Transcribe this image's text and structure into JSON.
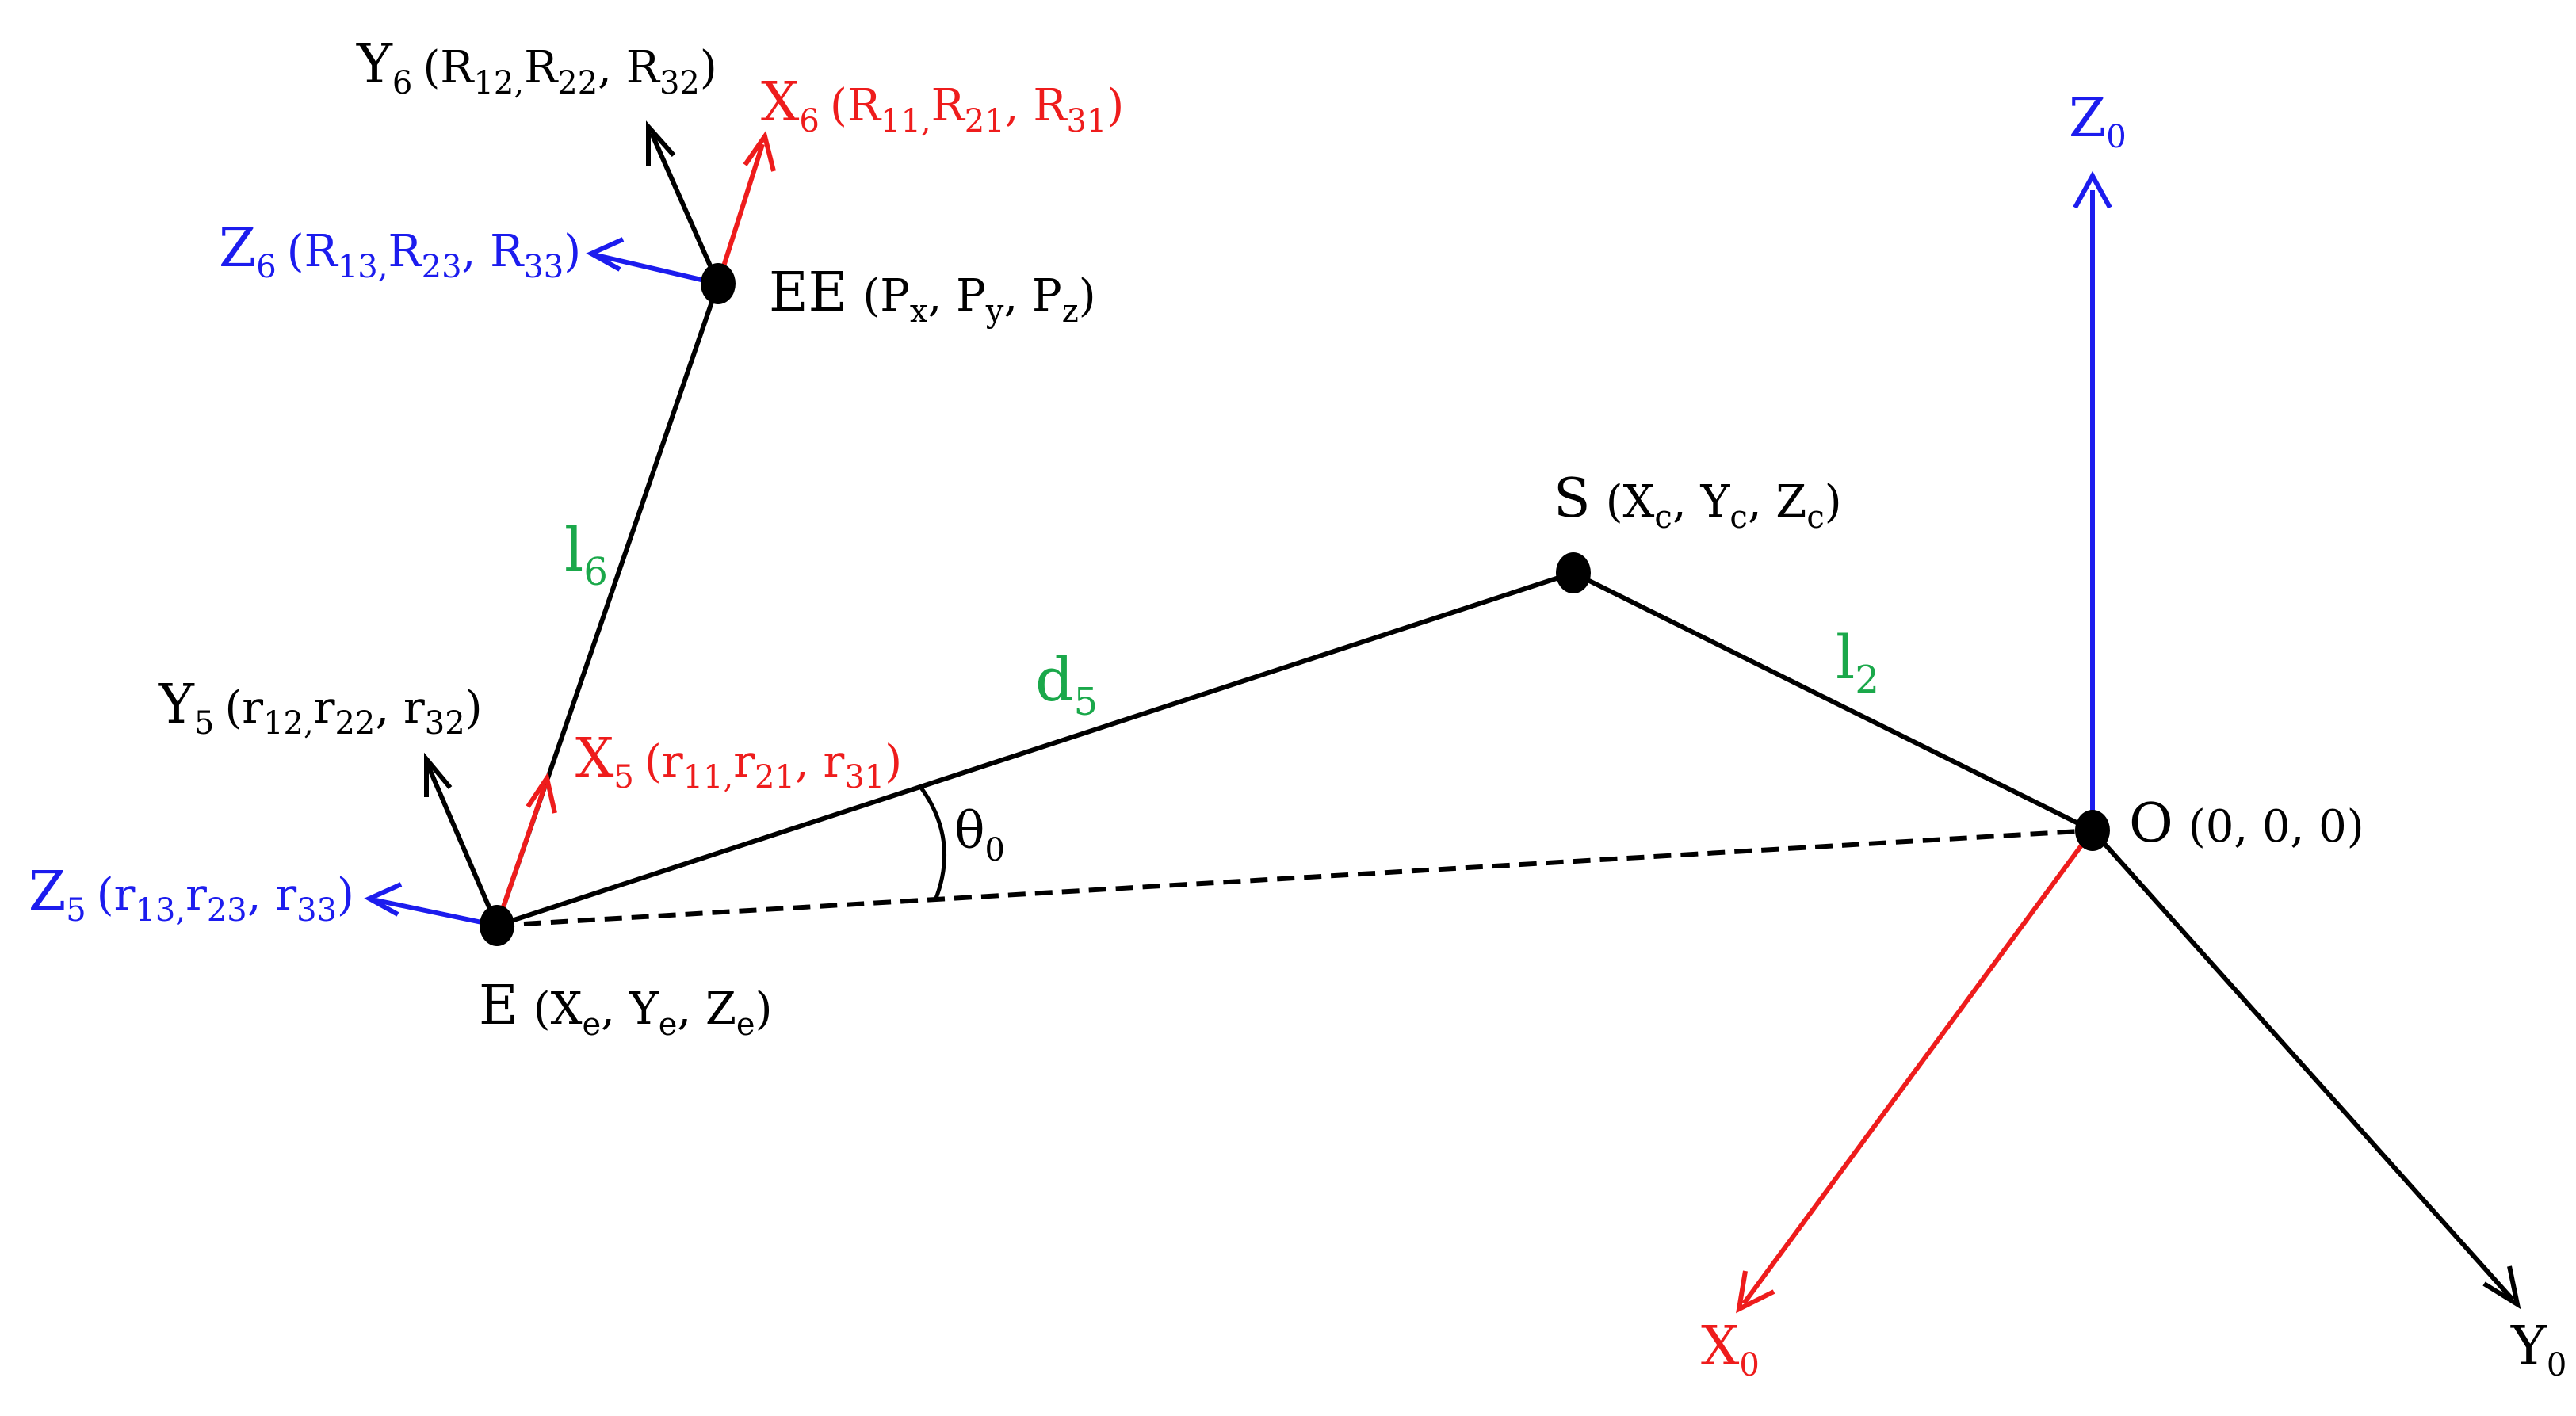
{
  "colors": {
    "black": "#000000",
    "red": "#ee1c1c",
    "blue": "#1c1cee",
    "green": "#1aa84a"
  },
  "points": {
    "ee": {
      "name": "EE",
      "coords": [
        "P",
        "x",
        "P",
        "y",
        "P",
        "z"
      ]
    },
    "e": {
      "name": "E",
      "coords": [
        "X",
        "e",
        "Y",
        "e",
        "Z",
        "e"
      ]
    },
    "s": {
      "name": "S",
      "coords": [
        "X",
        "c",
        "Y",
        "c",
        "Z",
        "c"
      ]
    },
    "o": {
      "name": "O",
      "coords": "(0, 0, 0)"
    }
  },
  "frame6": {
    "x": {
      "axis": "X",
      "sub": "6",
      "R1": "R",
      "s1": "11,",
      "R2": "R",
      "s2": "21",
      "R3": "R",
      "s3": "31"
    },
    "y": {
      "axis": "Y",
      "sub": "6",
      "R1": "R",
      "s1": "12,",
      "R2": "R",
      "s2": "22",
      "R3": "R",
      "s3": "32"
    },
    "z": {
      "axis": "Z",
      "sub": "6",
      "R1": "R",
      "s1": "13,",
      "R2": "R",
      "s2": "23",
      "R3": "R",
      "s3": "33"
    }
  },
  "frame5": {
    "x": {
      "axis": "X",
      "sub": "5",
      "R1": "r",
      "s1": "11,",
      "R2": "r",
      "s2": "21",
      "R3": "r",
      "s3": "31"
    },
    "y": {
      "axis": "Y",
      "sub": "5",
      "R1": "r",
      "s1": "12,",
      "R2": "r",
      "s2": "22",
      "R3": "r",
      "s3": "32"
    },
    "z": {
      "axis": "Z",
      "sub": "5",
      "R1": "r",
      "s1": "13,",
      "R2": "r",
      "s2": "23",
      "R3": "r",
      "s3": "33"
    }
  },
  "frame0": {
    "x": {
      "axis": "X",
      "sub": "0"
    },
    "y": {
      "axis": "Y",
      "sub": "0"
    },
    "z": {
      "axis": "Z",
      "sub": "0"
    }
  },
  "links": {
    "l6": {
      "name": "l",
      "sub": "6"
    },
    "d5": {
      "name": "d",
      "sub": "5"
    },
    "l2": {
      "name": "l",
      "sub": "2"
    }
  },
  "angle": {
    "name": "θ",
    "sub": "0"
  }
}
